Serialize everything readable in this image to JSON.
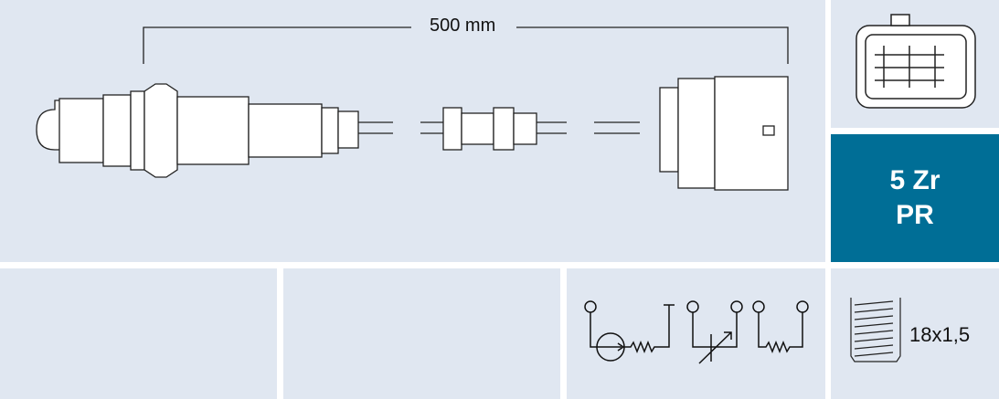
{
  "length_label": "500 mm",
  "sensor_type": {
    "line1": "5 Zr",
    "line2": "PR",
    "color": "#006e96"
  },
  "thread": "18x1,5",
  "background_color": "#e0e7f1"
}
